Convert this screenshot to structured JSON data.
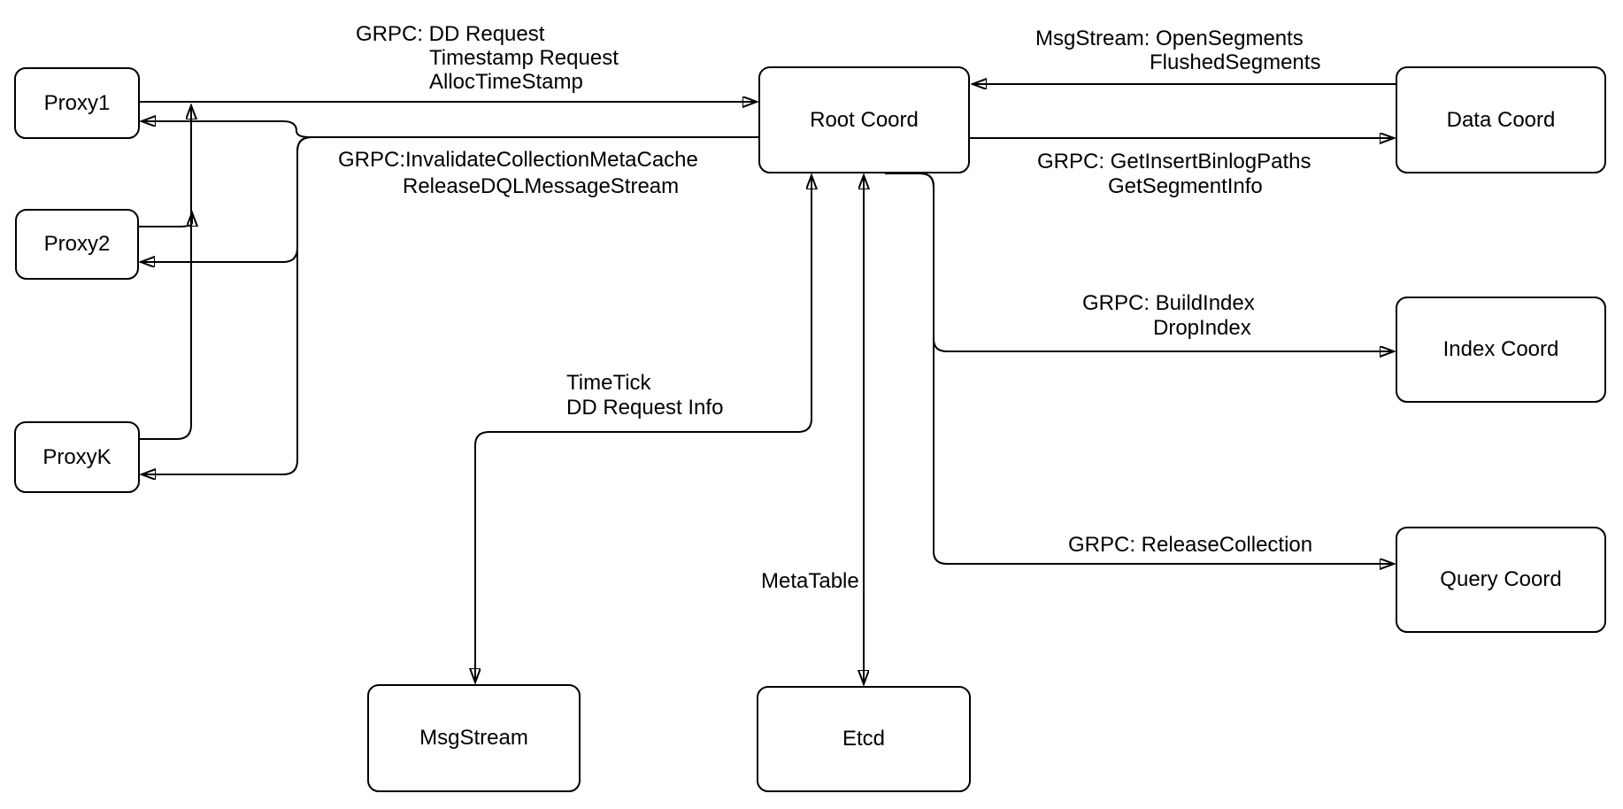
{
  "diagram": {
    "background_color": "#ffffff",
    "stroke_color": "#000000"
  },
  "nodes": {
    "proxy1": "Proxy1",
    "proxy2": "Proxy2",
    "proxyk": "ProxyK",
    "root_coord": "Root Coord",
    "data_coord": "Data Coord",
    "index_coord": "Index Coord",
    "query_coord": "Query Coord",
    "msgstream": "MsgStream",
    "etcd": "Etcd"
  },
  "labels": {
    "proxy_requests": {
      "l1": "GRPC: DD Request",
      "l2": "Timestamp Request",
      "l3": "AllocTimeStamp"
    },
    "root_to_proxies": {
      "l1": "GRPC:InvalidateCollectionMetaCache",
      "l2": "ReleaseDQLMessageStream"
    },
    "data_to_root": {
      "l1": "MsgStream: OpenSegments",
      "l2": "FlushedSegments"
    },
    "root_to_data": {
      "l1": "GRPC: GetInsertBinlogPaths",
      "l2": "GetSegmentInfo"
    },
    "root_to_index": {
      "l1": "GRPC: BuildIndex",
      "l2": "DropIndex"
    },
    "root_to_query": {
      "l1": "GRPC: ReleaseCollection"
    },
    "root_to_msgstream": {
      "l1": "TimeTick",
      "l2": "DD Request Info"
    },
    "root_to_etcd": {
      "l1": "MetaTable"
    }
  }
}
